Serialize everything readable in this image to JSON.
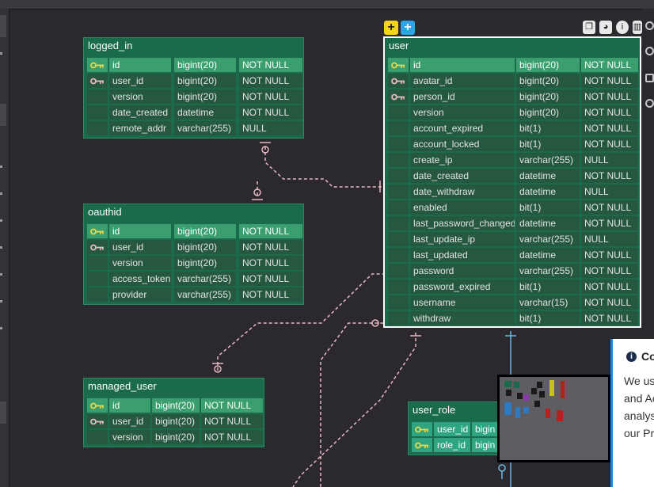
{
  "tables": {
    "logged_in": {
      "name": "logged_in",
      "columns": [
        {
          "name": "id",
          "type": "bigint(20)",
          "null": "NOT NULL",
          "key": "pk"
        },
        {
          "name": "user_id",
          "type": "bigint(20)",
          "null": "NOT NULL",
          "key": "fk"
        },
        {
          "name": "version",
          "type": "bigint(20)",
          "null": "NOT NULL",
          "key": ""
        },
        {
          "name": "date_created",
          "type": "datetime",
          "null": "NOT NULL",
          "key": ""
        },
        {
          "name": "remote_addr",
          "type": "varchar(255)",
          "null": "NULL",
          "key": ""
        }
      ]
    },
    "oauthid": {
      "name": "oauthid",
      "columns": [
        {
          "name": "id",
          "type": "bigint(20)",
          "null": "NOT NULL",
          "key": "pk"
        },
        {
          "name": "user_id",
          "type": "bigint(20)",
          "null": "NOT NULL",
          "key": "fk"
        },
        {
          "name": "version",
          "type": "bigint(20)",
          "null": "NOT NULL",
          "key": ""
        },
        {
          "name": "access_token",
          "type": "varchar(255)",
          "null": "NOT NULL",
          "key": ""
        },
        {
          "name": "provider",
          "type": "varchar(255)",
          "null": "NOT NULL",
          "key": ""
        }
      ]
    },
    "managed_user": {
      "name": "managed_user",
      "columns": [
        {
          "name": "id",
          "type": "bigint(20)",
          "null": "NOT NULL",
          "key": "pk"
        },
        {
          "name": "user_id",
          "type": "bigint(20)",
          "null": "NOT NULL",
          "key": "fk"
        },
        {
          "name": "version",
          "type": "bigint(20)",
          "null": "NOT NULL",
          "key": ""
        }
      ]
    },
    "user": {
      "name": "user",
      "columns": [
        {
          "name": "id",
          "type": "bigint(20)",
          "null": "NOT NULL",
          "key": "pk"
        },
        {
          "name": "avatar_id",
          "type": "bigint(20)",
          "null": "NOT NULL",
          "key": "fk"
        },
        {
          "name": "person_id",
          "type": "bigint(20)",
          "null": "NOT NULL",
          "key": "fk"
        },
        {
          "name": "version",
          "type": "bigint(20)",
          "null": "NOT NULL",
          "key": ""
        },
        {
          "name": "account_expired",
          "type": "bit(1)",
          "null": "NOT NULL",
          "key": ""
        },
        {
          "name": "account_locked",
          "type": "bit(1)",
          "null": "NOT NULL",
          "key": ""
        },
        {
          "name": "create_ip",
          "type": "varchar(255)",
          "null": "NULL",
          "key": ""
        },
        {
          "name": "date_created",
          "type": "datetime",
          "null": "NOT NULL",
          "key": ""
        },
        {
          "name": "date_withdraw",
          "type": "datetime",
          "null": "NULL",
          "key": ""
        },
        {
          "name": "enabled",
          "type": "bit(1)",
          "null": "NOT NULL",
          "key": ""
        },
        {
          "name": "last_password_changed",
          "type": "datetime",
          "null": "NOT NULL",
          "key": ""
        },
        {
          "name": "last_update_ip",
          "type": "varchar(255)",
          "null": "NULL",
          "key": ""
        },
        {
          "name": "last_updated",
          "type": "datetime",
          "null": "NOT NULL",
          "key": ""
        },
        {
          "name": "password",
          "type": "varchar(255)",
          "null": "NOT NULL",
          "key": ""
        },
        {
          "name": "password_expired",
          "type": "bit(1)",
          "null": "NOT NULL",
          "key": ""
        },
        {
          "name": "username",
          "type": "varchar(15)",
          "null": "NOT NULL",
          "key": ""
        },
        {
          "name": "withdraw",
          "type": "bit(1)",
          "null": "NOT NULL",
          "key": ""
        }
      ]
    },
    "user_role": {
      "name": "user_role",
      "columns": [
        {
          "name": "user_id",
          "type": "bigin",
          "null": "",
          "key": "pk"
        },
        {
          "name": "role_id",
          "type": "bigin",
          "null": "",
          "key": "pk"
        }
      ]
    }
  },
  "toolbar": {
    "add_yellow": "+",
    "add_blue": "+"
  },
  "table_icons": [
    "copy-icon",
    "palette-icon",
    "info-icon",
    "delete-icon"
  ],
  "cookie_banner": {
    "title": "Co",
    "lines": [
      "We us",
      "and Ac",
      "analys",
      "our Pr"
    ]
  },
  "colors": {
    "table_header": "#1a6b4c",
    "pk_row": "#3a9e6e",
    "row": "#26573f",
    "relation_line": "#e8b8c2",
    "relation_line_blue": "#6bb8e0",
    "pk_key": "#e8d84a",
    "fk_key": "#e8b8c2"
  }
}
